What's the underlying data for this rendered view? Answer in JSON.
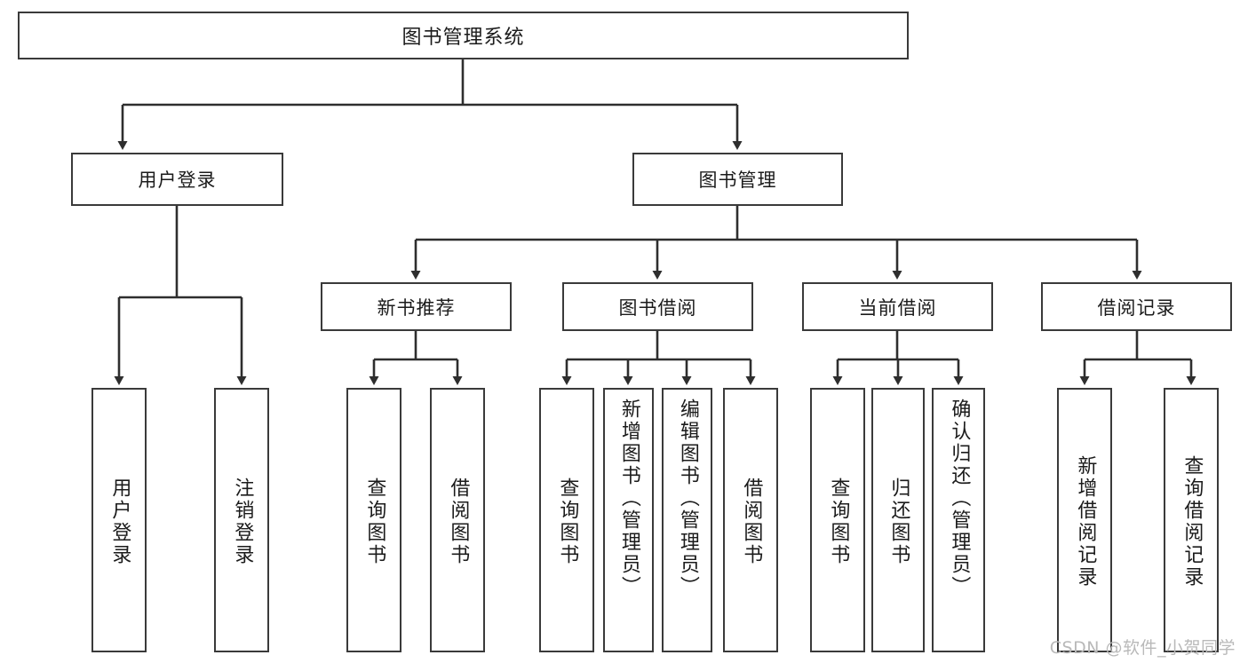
{
  "diagram": {
    "title": "图书管理系统",
    "root": {
      "label": "图书管理系统"
    },
    "level2": [
      {
        "label": "用户登录"
      },
      {
        "label": "图书管理"
      }
    ],
    "level3": [
      {
        "label": "新书推荐"
      },
      {
        "label": "图书借阅"
      },
      {
        "label": "当前借阅"
      },
      {
        "label": "借阅记录"
      }
    ],
    "leaves": {
      "user_login": [
        {
          "label": "用户登录"
        },
        {
          "label": "注销登录"
        }
      ],
      "new_book_recommend": [
        {
          "label": "查询图书"
        },
        {
          "label": "借阅图书"
        }
      ],
      "book_borrow": [
        {
          "label": "查询图书"
        },
        {
          "label": "新增图书（管理员）"
        },
        {
          "label": "编辑图书（管理员）"
        },
        {
          "label": "借阅图书"
        }
      ],
      "current_borrow": [
        {
          "label": "查询图书"
        },
        {
          "label": "归还图书"
        },
        {
          "label": "确认归还（管理员）"
        }
      ],
      "borrow_record": [
        {
          "label": "新增借阅记录"
        },
        {
          "label": "查询借阅记录"
        }
      ]
    }
  },
  "watermark": {
    "text": "CSDN @软件_小贺同学"
  },
  "colors": {
    "stroke": "#3a3a3a",
    "text": "#1b1b1b",
    "background": "#ffffff",
    "watermark": "#b9b9b9"
  }
}
